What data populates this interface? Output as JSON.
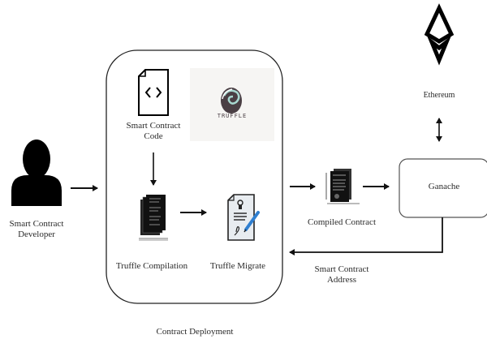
{
  "diagram": {
    "title": "Smart contract deployment flow with Truffle and Ganache",
    "nodes": {
      "developer": {
        "label_line1": "Smart Contract",
        "label_line2": "Developer",
        "icon": "user-icon"
      },
      "code": {
        "label_line1": "Smart Contract",
        "label_line2": "Code",
        "icon": "code-file-icon"
      },
      "truffle_logo": {
        "text": "TRUFFLE",
        "icon": "truffle-logo"
      },
      "compilation": {
        "label": "Truffle Compilation",
        "icon": "documents-stack-icon"
      },
      "migrate": {
        "label": "Truffle Migrate",
        "icon": "certificate-sign-icon"
      },
      "compiled": {
        "label": "Compiled Contract",
        "icon": "compiled-document-icon"
      },
      "ganache": {
        "label": "Ganache"
      },
      "ethereum": {
        "label": "Ethereum",
        "icon": "ethereum-icon"
      },
      "address": {
        "label_line1": "Smart Contract",
        "label_line2": "Address"
      }
    },
    "group": {
      "label": "Contract Deployment"
    },
    "edges": [
      {
        "from": "developer",
        "to": "contract-deployment"
      },
      {
        "from": "code",
        "to": "compilation"
      },
      {
        "from": "compilation",
        "to": "migrate"
      },
      {
        "from": "contract-deployment",
        "to": "compiled"
      },
      {
        "from": "compiled",
        "to": "ganache"
      },
      {
        "from": "ganache",
        "to": "ethereum",
        "bidirectional": true
      },
      {
        "from": "ganache",
        "to": "contract-deployment",
        "label": "Smart Contract Address"
      }
    ],
    "colors": {
      "line": "#111111",
      "pen_blue": "#2f7fd0",
      "truffle_dark": "#4a3f44",
      "truffle_teal": "#a8d8d0"
    }
  }
}
